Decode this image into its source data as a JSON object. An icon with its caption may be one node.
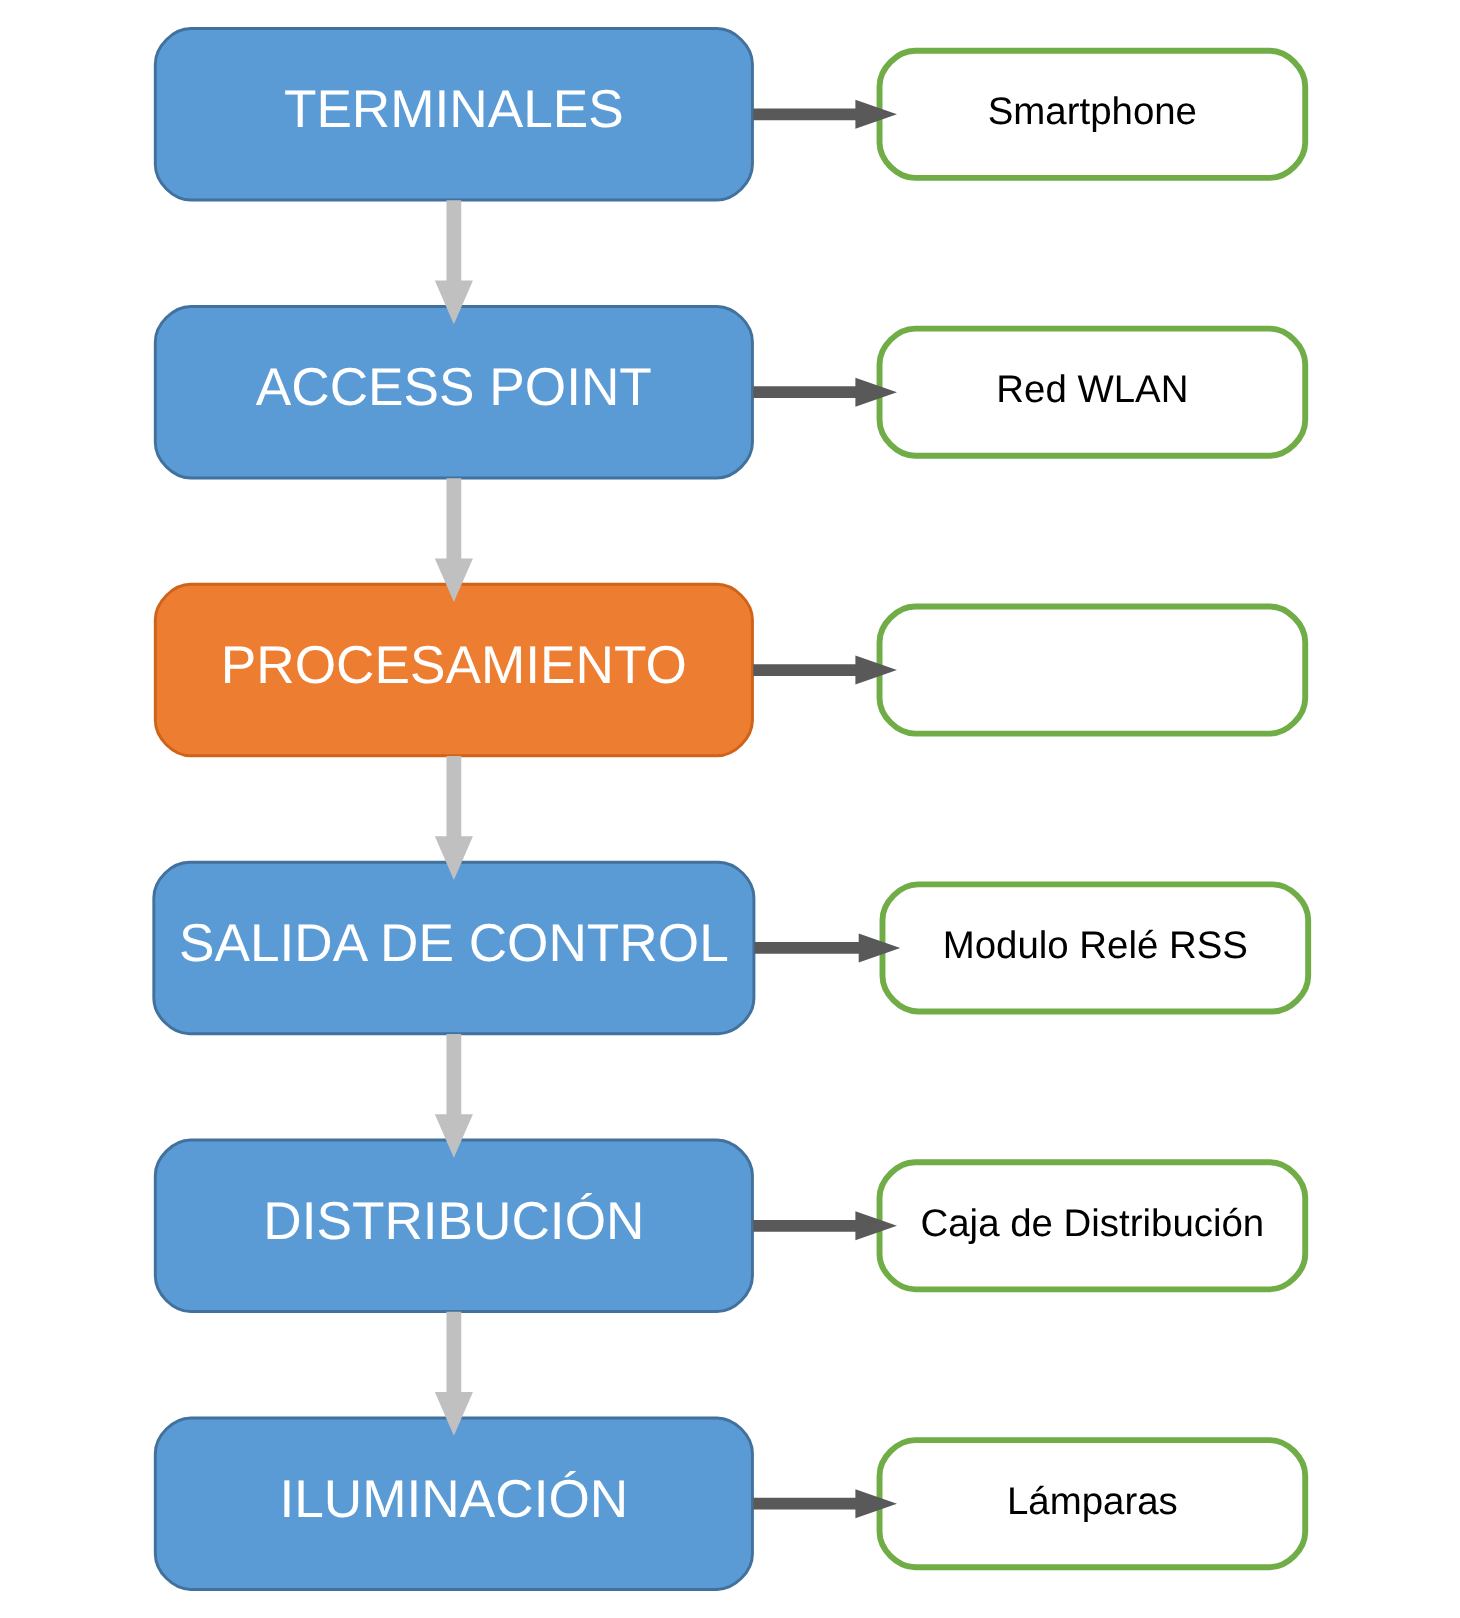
{
  "diagram": {
    "nodes": [
      {
        "text": [
          "Smartphone"
        ]
      },
      {
        "text": [
          "TERMINALES"
        ]
      },
      {
        "text": [
          "Red WLAN"
        ]
      },
      {
        "text": [
          "ACCESS POINT"
        ]
      },
      {
        "text": [],
        "shape": "box"
      },
      {
        "text": [
          "PROCESAMIENTO"
        ]
      },
      {
        "text": [
          "Modulo Relé RSS"
        ]
      },
      {
        "text": [
          "SALIDA DE CONTROL"
        ]
      },
      {
        "text": [
          "Caja de Distribución"
        ]
      },
      {
        "text": [
          "DISTRIBUCIÓN"
        ]
      },
      {
        "text": [
          "Lámparas"
        ]
      },
      {
        "text": [
          "ILUMINACIÓN"
        ]
      }
    ],
    "edges": [
      {
        "from": 1,
        "to": 0,
        "arrow": "to"
      },
      {
        "from": 1,
        "to": 3,
        "arrow": "to",
        "color": "#c0c0c0"
      },
      {
        "from": 3,
        "to": 2,
        "arrow": "to"
      },
      {
        "from": 3,
        "to": 5,
        "arrow": "to",
        "color": "#c0c0c0"
      },
      {
        "from": 5,
        "to": 4,
        "arrow": "to"
      },
      {
        "from": 5,
        "to": 7,
        "arrow": "to",
        "color": "#c0c0c0"
      },
      {
        "from": 7,
        "to": 6,
        "arrow": "to"
      },
      {
        "from": 7,
        "to": 9,
        "arrow": "to",
        "color": "#c0c0c0"
      },
      {
        "from": 9,
        "to": 8,
        "arrow": "to"
      },
      {
        "from": 9,
        "to": 11,
        "arrow": "to",
        "color": "#c0c0c0"
      },
      {
        "from": 11,
        "to": 10,
        "arrow": "to"
      }
    ]
  }
}
